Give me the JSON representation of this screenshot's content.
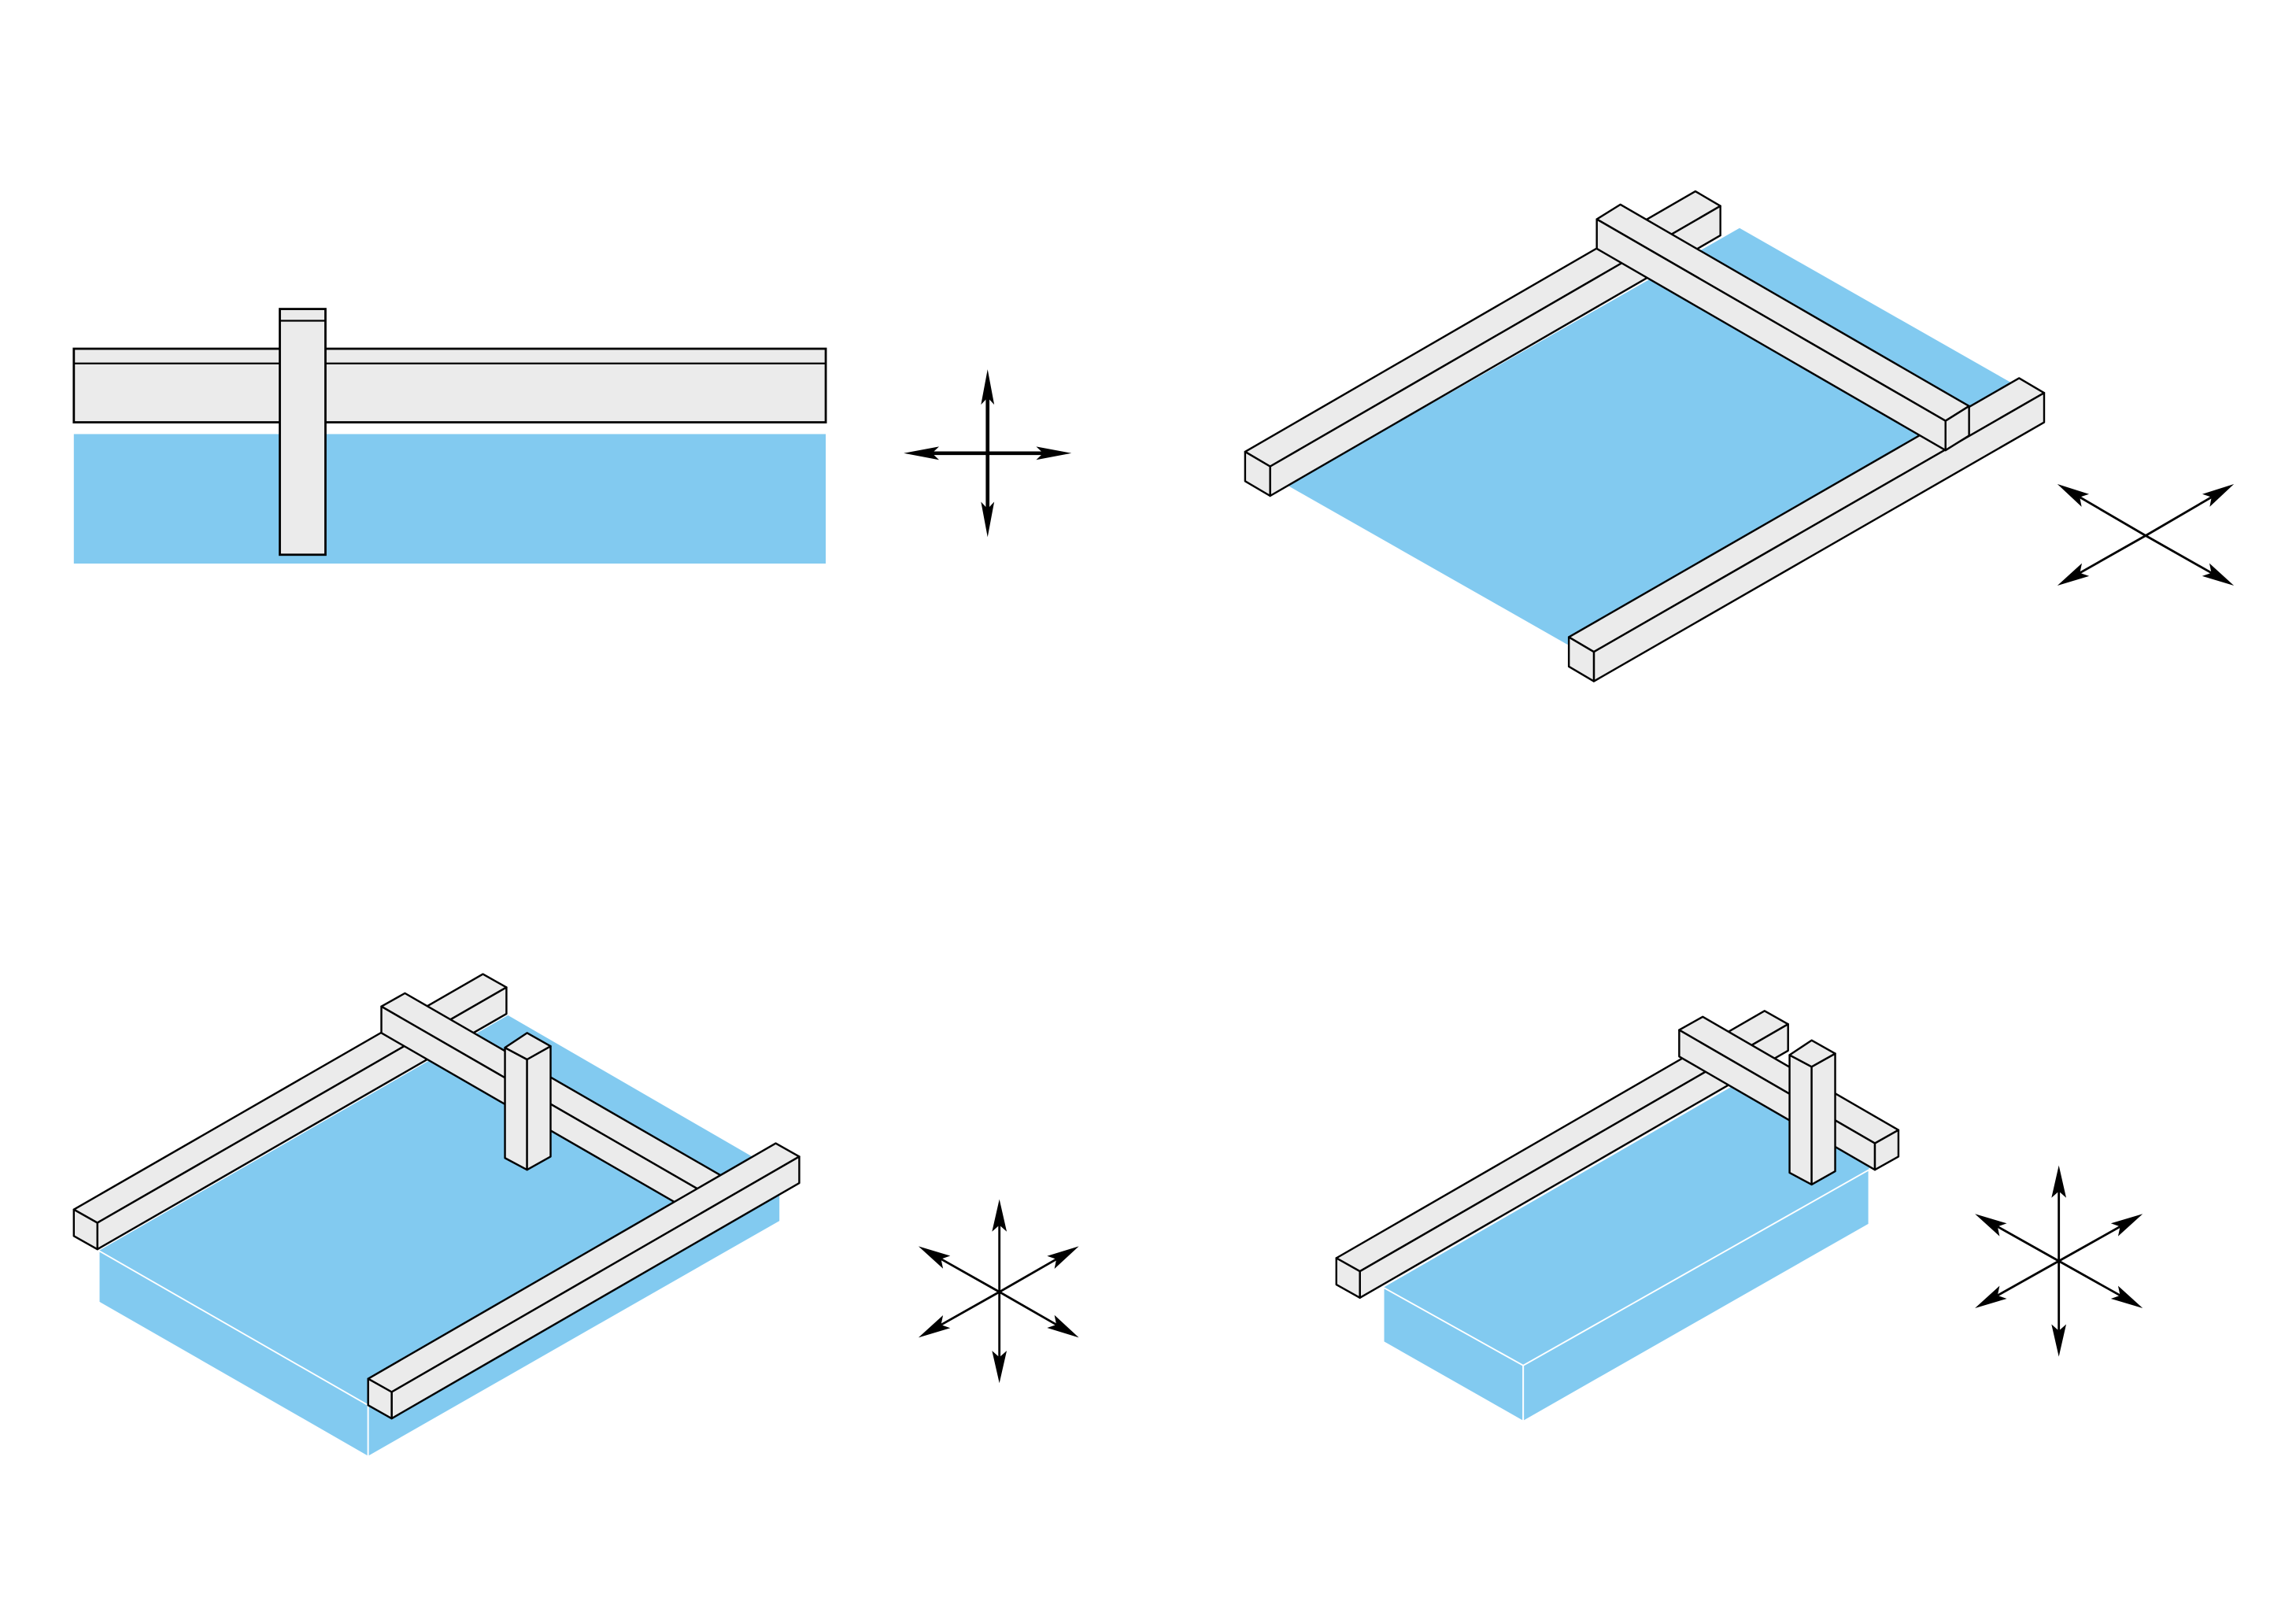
{
  "colors": {
    "water": "#82CAF0",
    "beam_fill": "#EBEBEB",
    "stroke": "#000000",
    "background": "#FFFFFF",
    "slab_edge": "#FFFFFF"
  },
  "panels": [
    {
      "name": "elevation-view",
      "arrows": "4-way"
    },
    {
      "name": "plan-isometric-view",
      "arrows": "diagonal-4-way"
    },
    {
      "name": "isometric-with-post",
      "arrows": "6-way"
    },
    {
      "name": "isometric-compact",
      "arrows": "6-way"
    }
  ]
}
